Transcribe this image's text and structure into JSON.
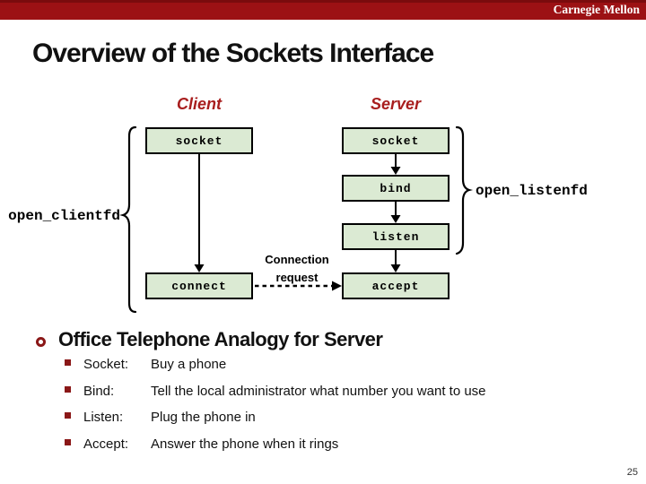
{
  "header": {
    "brand": "Carnegie Mellon"
  },
  "title": "Overview of the Sockets Interface",
  "diagram": {
    "client_label": "Client",
    "server_label": "Server",
    "boxes": {
      "client_socket": "socket",
      "connect": "connect",
      "server_socket": "socket",
      "bind": "bind",
      "listen": "listen",
      "accept": "accept"
    },
    "left_brace_label": "open_clientfd",
    "right_brace_label": "open_listenfd",
    "connection_request": {
      "line1": "Connection",
      "line2": "request"
    }
  },
  "analogy": {
    "title": "Office Telephone Analogy for Server",
    "items": [
      {
        "term": "Socket:",
        "definition": "Buy a phone"
      },
      {
        "term": "Bind:",
        "definition": "Tell the local administrator what number you want to use"
      },
      {
        "term": "Listen:",
        "definition": "Plug the phone in"
      },
      {
        "term": "Accept:",
        "definition": "Answer the phone when it rings"
      }
    ]
  },
  "footer": {
    "page_number": "25"
  },
  "colors": {
    "top_bar_red": "#9c1114",
    "accent_red": "#a81e1e",
    "bullet_red": "#8a1717",
    "box_fill": "#dbead3",
    "box_border": "#000000"
  }
}
